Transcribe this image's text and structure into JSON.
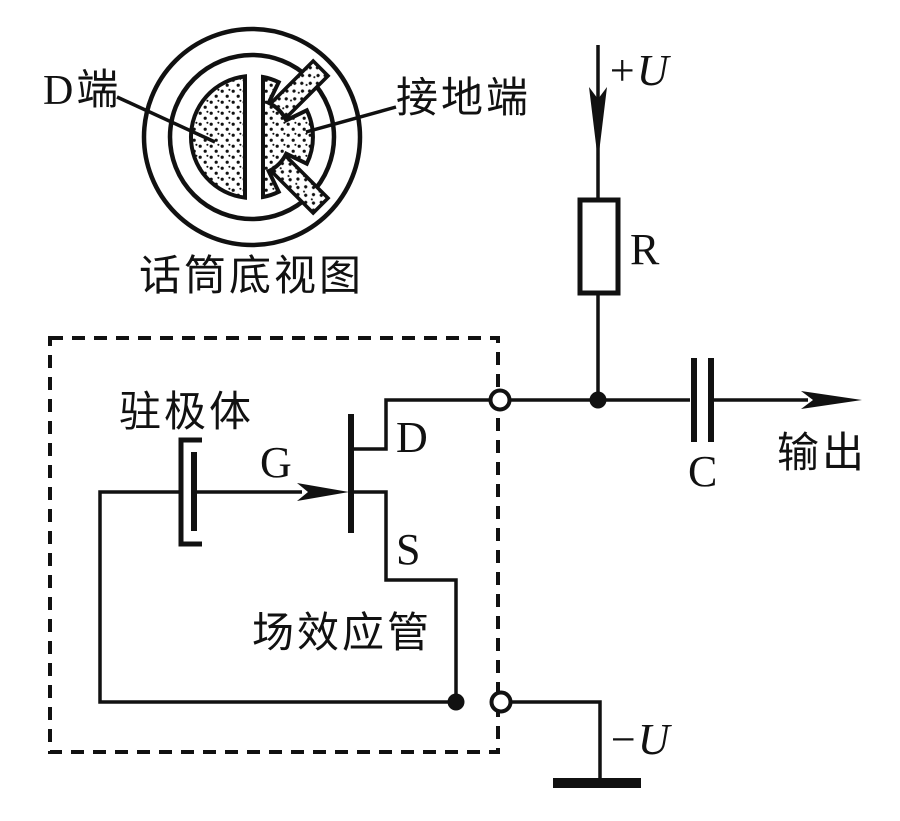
{
  "figure": {
    "mic_view": {
      "d_terminal_label": "D端",
      "ground_terminal_label": "接地端",
      "caption": "话筒底视图"
    },
    "dashed_module": {
      "electret_label": "驻极体",
      "fet_label": "场效应管",
      "gate_label": "G",
      "drain_label": "D",
      "source_label": "S"
    },
    "circuit": {
      "positive_supply_label": "+U",
      "negative_supply_label": "−U",
      "resistor_label": "R",
      "capacitor_label": "C",
      "output_label": "输出"
    },
    "colors": {
      "ink": "#111111",
      "background": "#ffffff"
    }
  }
}
